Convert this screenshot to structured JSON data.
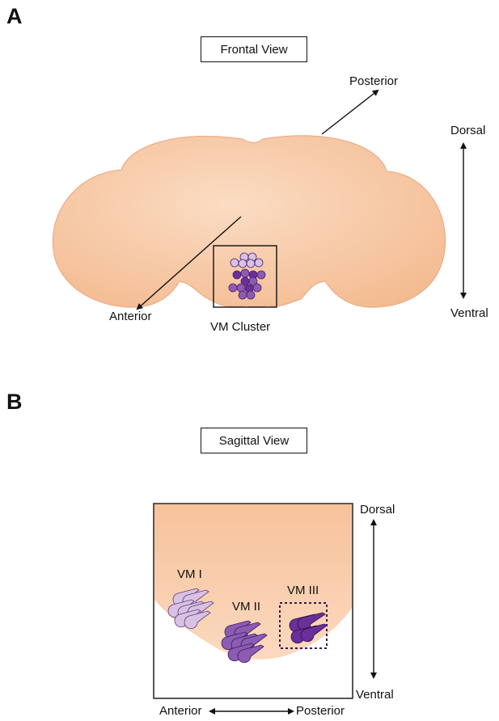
{
  "panel_a": {
    "letter": "A",
    "view_title": "Frontal View",
    "posterior": "Posterior",
    "anterior": "Anterior",
    "dorsal": "Dorsal",
    "ventral": "Ventral",
    "cluster_label": "VM Cluster"
  },
  "panel_b": {
    "letter": "B",
    "view_title": "Sagittal View",
    "dorsal": "Dorsal",
    "ventral": "Ventral",
    "anterior": "Anterior",
    "posterior": "Posterior",
    "group_labels": [
      "VM I",
      "VM II",
      "VM III"
    ]
  },
  "colors": {
    "brain_fill": "#f7c9a6",
    "brain_stroke": "#e9a57e",
    "vm1": "#d8c2e4",
    "vm2": "#8c5bb2",
    "vm3": "#6a2f98",
    "cell_stroke": "#4a1f70"
  }
}
